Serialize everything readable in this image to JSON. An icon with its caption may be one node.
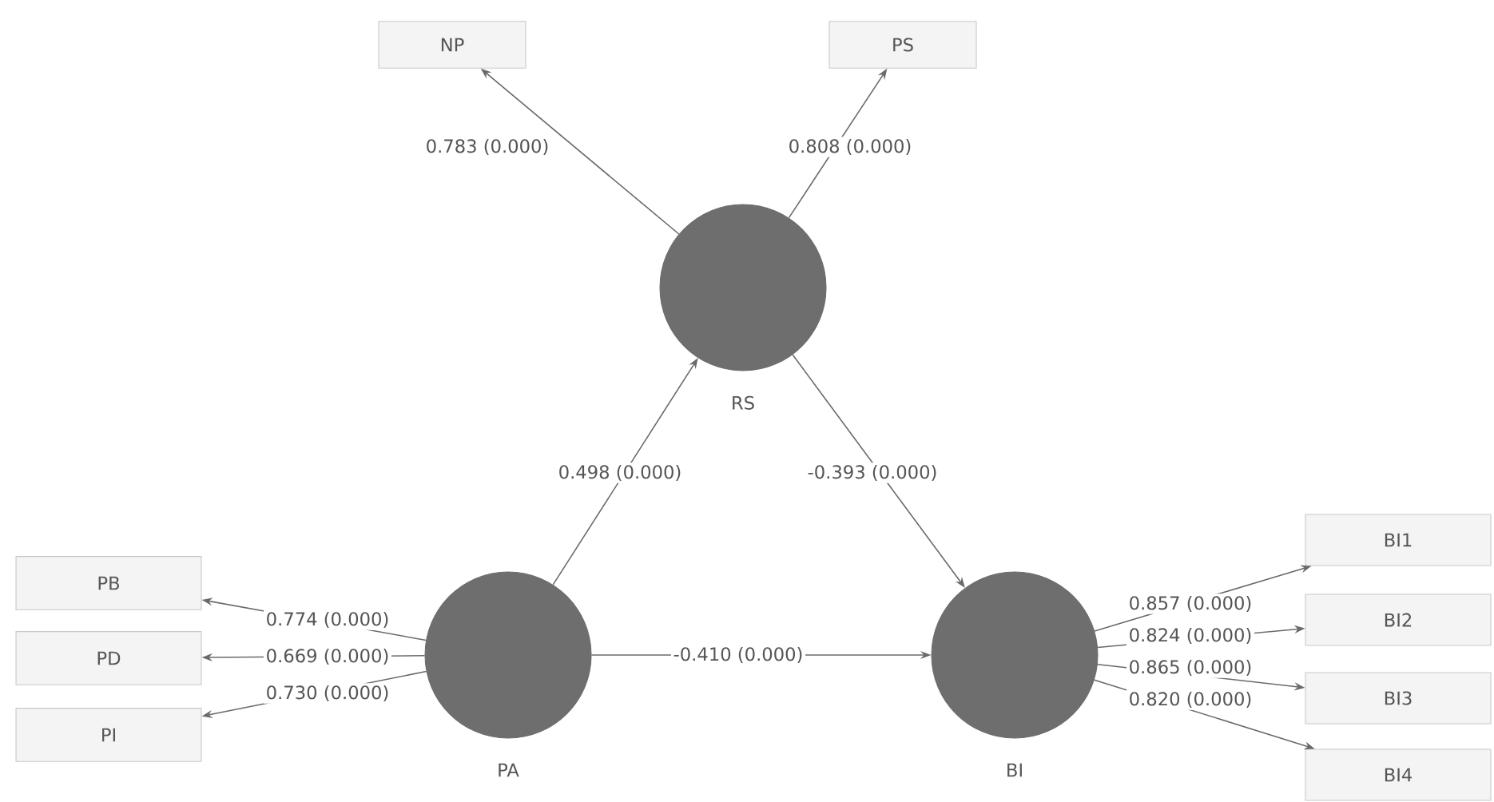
{
  "diagram": {
    "nodes": [
      {
        "text": [
          "NP"
        ]
      },
      {
        "text": [
          "PS"
        ]
      },
      {
        "text": [
          "RS"
        ]
      },
      {
        "text": [
          "PB"
        ]
      },
      {
        "text": [
          "PD"
        ]
      },
      {
        "text": [
          "PI"
        ]
      },
      {
        "text": [
          "PA"
        ]
      },
      {
        "text": [
          "BI"
        ]
      },
      {
        "text": [
          "BI1"
        ]
      },
      {
        "text": [
          "BI2"
        ]
      },
      {
        "text": [
          "BI3"
        ]
      },
      {
        "text": [
          "BI4"
        ]
      }
    ],
    "edges": [
      {
        "from": 2,
        "to": 0,
        "arrow": "to",
        "label": "0.783 (0.000)"
      },
      {
        "from": 2,
        "to": 1,
        "arrow": "to",
        "label": "0.808 (0.000)"
      },
      {
        "from": 6,
        "to": 2,
        "arrow": "to",
        "label": "0.498 (0.000)"
      },
      {
        "from": 2,
        "to": 7,
        "arrow": "to",
        "label": "-0.393 (0.000)"
      },
      {
        "from": 6,
        "to": 3,
        "arrow": "to",
        "label": "0.774 (0.000)"
      },
      {
        "from": 6,
        "to": 4,
        "arrow": "to",
        "label": "0.669 (0.000)"
      },
      {
        "from": 6,
        "to": 5,
        "arrow": "to",
        "label": "0.730 (0.000)"
      },
      {
        "from": 6,
        "to": 7,
        "arrow": "to",
        "label": "-0.410 (0.000)"
      },
      {
        "from": 7,
        "to": 8,
        "arrow": "to",
        "label": "0.857 (0.000)"
      },
      {
        "from": 7,
        "to": 9,
        "arrow": "to",
        "label": "0.824 (0.000)"
      },
      {
        "from": 7,
        "to": 10,
        "arrow": "to",
        "label": "0.865 (0.000)"
      },
      {
        "from": 7,
        "to": 11,
        "arrow": "to",
        "label": "0.820 (0.000)"
      }
    ]
  }
}
